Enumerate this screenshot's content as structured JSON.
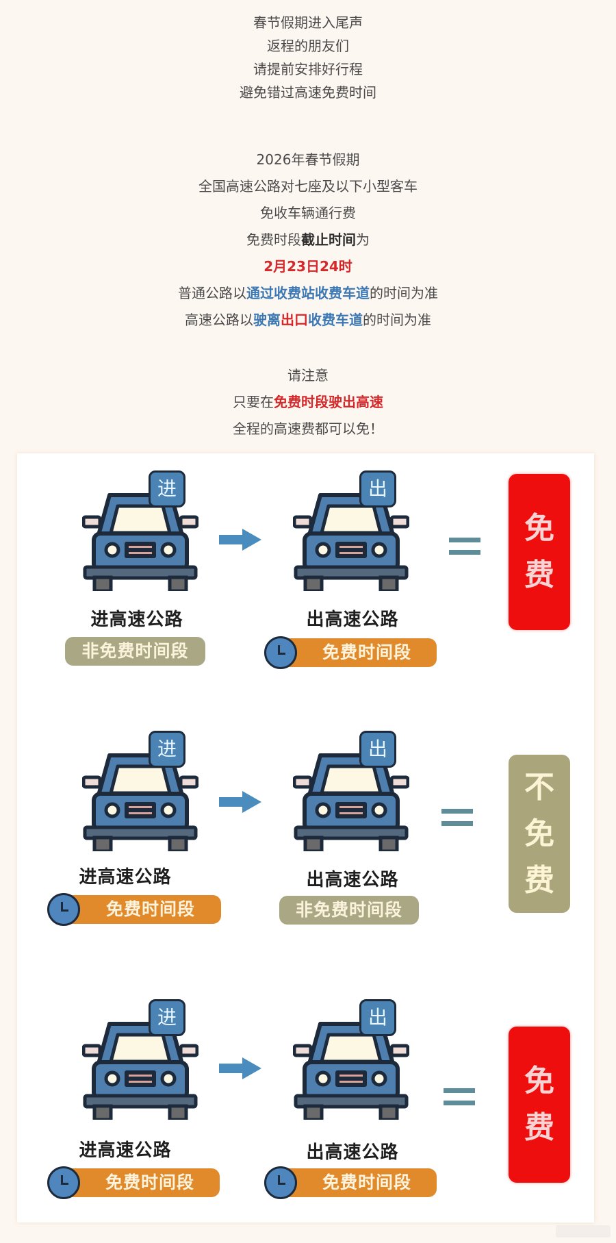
{
  "intro": {
    "lines": [
      {
        "segments": [
          {
            "text": "春节假期进入尾声",
            "style": "normal"
          }
        ]
      },
      {
        "segments": [
          {
            "text": "返程的朋友们",
            "style": "normal"
          }
        ]
      },
      {
        "segments": [
          {
            "text": "请提前安排好行程",
            "style": "normal"
          }
        ]
      },
      {
        "segments": [
          {
            "text": "避免错过高速免费时间",
            "style": "normal"
          }
        ]
      },
      {
        "segments": [
          {
            "text": "2026年春节假期",
            "style": "normal"
          }
        ]
      },
      {
        "segments": [
          {
            "text": "全国高速公路对七座及以下小型客车",
            "style": "normal"
          }
        ]
      },
      {
        "segments": [
          {
            "text": "免收车辆通行费",
            "style": "normal"
          }
        ]
      },
      {
        "segments": [
          {
            "text": "免费时段",
            "style": "normal"
          },
          {
            "text": "截止时间",
            "style": "dark"
          },
          {
            "text": "为",
            "style": "normal"
          }
        ]
      },
      {
        "segments": [
          {
            "text": "2月23日24时",
            "style": "red"
          }
        ]
      },
      {
        "segments": [
          {
            "text": "普通公路以",
            "style": "normal"
          },
          {
            "text": "通过收费站收费车道",
            "style": "blue"
          },
          {
            "text": "的时间为准",
            "style": "normal"
          }
        ]
      },
      {
        "segments": [
          {
            "text": "高速公路以",
            "style": "normal"
          },
          {
            "text": "驶离",
            "style": "blue"
          },
          {
            "text": "出口",
            "style": "red"
          },
          {
            "text": "收费车道",
            "style": "blue"
          },
          {
            "text": "的时间为准",
            "style": "normal"
          }
        ]
      },
      {
        "segments": [
          {
            "text": "请注意",
            "style": "normal"
          }
        ]
      },
      {
        "segments": [
          {
            "text": "只要在",
            "style": "normal"
          },
          {
            "text": "免费时段驶出高速",
            "style": "red"
          }
        ]
      },
      {
        "segments": [
          {
            "text": "全程的高速费都可以免！",
            "style": "normal"
          }
        ]
      }
    ]
  },
  "diagram": {
    "rows": [
      {
        "entry": {
          "badge": "进",
          "label": "进高速公路",
          "period": "非免费时间段",
          "period_type": "nonfree"
        },
        "exit": {
          "badge": "出",
          "label": "出高速公路",
          "period": "免费时间段",
          "period_type": "free"
        },
        "equals": "=",
        "result": {
          "chars": [
            "免",
            "费"
          ],
          "type": "free"
        }
      },
      {
        "entry": {
          "badge": "进",
          "label": "进高速公路",
          "period": "免费时间段",
          "period_type": "free"
        },
        "exit": {
          "badge": "出",
          "label": "出高速公路",
          "period": "非免费时间段",
          "period_type": "nonfree"
        },
        "equals": "=",
        "result": {
          "chars": [
            "不",
            "免",
            "费"
          ],
          "type": "notfree"
        }
      },
      {
        "entry": {
          "badge": "进",
          "label": "进高速公路",
          "period": "免费时间段",
          "period_type": "free"
        },
        "exit": {
          "badge": "出",
          "label": "出高速公路",
          "period": "免费时间段",
          "period_type": "free"
        },
        "equals": "=",
        "result": {
          "chars": [
            "免",
            "费"
          ],
          "type": "free"
        }
      }
    ]
  },
  "colors": {
    "background": "#fdf7f1",
    "card": "#ffffff",
    "text": "#4a4a4a",
    "red": "#d4282a",
    "blue": "#3c78b4",
    "car_body": "#4e7fae",
    "car_outline": "#1c2a3b",
    "free_pill": "#e08a2c",
    "nonfree_pill": "#aaa784",
    "free_result": "#ee0e0e",
    "notfree_result": "#aaa57a",
    "equals": "#5e8c98"
  }
}
